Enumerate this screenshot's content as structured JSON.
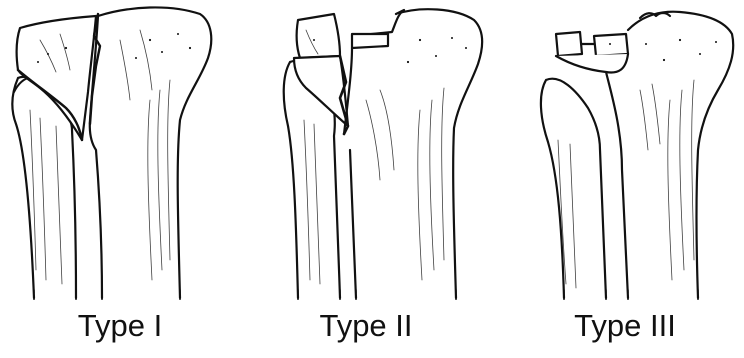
{
  "figure": {
    "panels": [
      {
        "label": "Type I"
      },
      {
        "label": "Type II"
      },
      {
        "label": "Type III"
      }
    ]
  },
  "colors": {
    "ink": "#111111",
    "bone_fill": "#ffffff",
    "background": "#ffffff"
  }
}
